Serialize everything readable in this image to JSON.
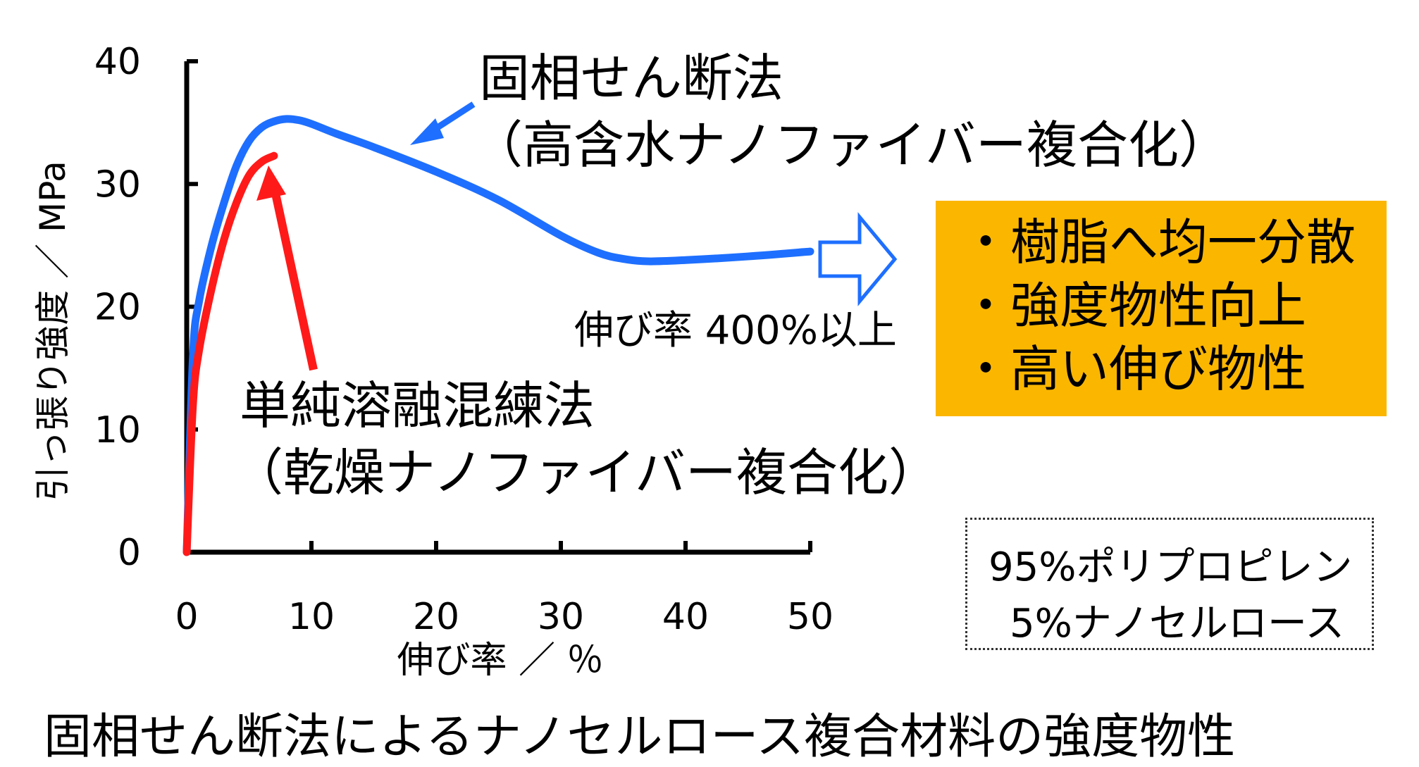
{
  "chart_data": {
    "type": "line",
    "title": "",
    "xlabel": "伸び率 ／ ％",
    "ylabel": "引っ張り強度 ／ MPa",
    "xlim": [
      0,
      50
    ],
    "ylim": [
      0,
      40
    ],
    "xticks": [
      "0",
      "10",
      "20",
      "30",
      "40",
      "50"
    ],
    "yticks": [
      "0",
      "10",
      "20",
      "30",
      "40"
    ],
    "grid": false,
    "series": [
      {
        "name": "固相せん断法",
        "color": "#1e6fff",
        "x": [
          0,
          0.5,
          1,
          2,
          3,
          4,
          5,
          6,
          7,
          8,
          9,
          10,
          12,
          15,
          20,
          25,
          30,
          33,
          35,
          37,
          40,
          45,
          50
        ],
        "y": [
          0,
          16,
          20.5,
          25,
          28.5,
          31.5,
          33.5,
          34.6,
          35.1,
          35.3,
          35.2,
          34.9,
          34.1,
          33,
          31,
          28.7,
          25.8,
          24.4,
          23.9,
          23.7,
          23.8,
          24.1,
          24.5
        ]
      },
      {
        "name": "単純溶融混練法",
        "color": "#ff1a1a",
        "x": [
          0,
          0.5,
          1,
          2,
          3,
          4,
          5,
          6,
          7
        ],
        "y": [
          0,
          12,
          16.5,
          21.5,
          25.5,
          28.5,
          30.7,
          31.8,
          32.3
        ]
      }
    ]
  },
  "annotations": {
    "solid_method": "固相せん断法",
    "solid_method_sub": "（高含水ナノファイバー複合化）",
    "melt_method": "単純溶融混練法",
    "melt_method_sub": "（乾燥ナノファイバー複合化）",
    "elongation_note": "伸び率 400%以上"
  },
  "feature_box": {
    "items": [
      "・樹脂へ均一分散",
      "・強度物性向上",
      "・高い伸び物性"
    ],
    "color": "#fbb600"
  },
  "composition_box": {
    "line1": "95%ポリプロピレン",
    "line2": "5%ナノセルロース"
  },
  "caption": "固相せん断法によるナノセルロース複合材料の強度物性"
}
